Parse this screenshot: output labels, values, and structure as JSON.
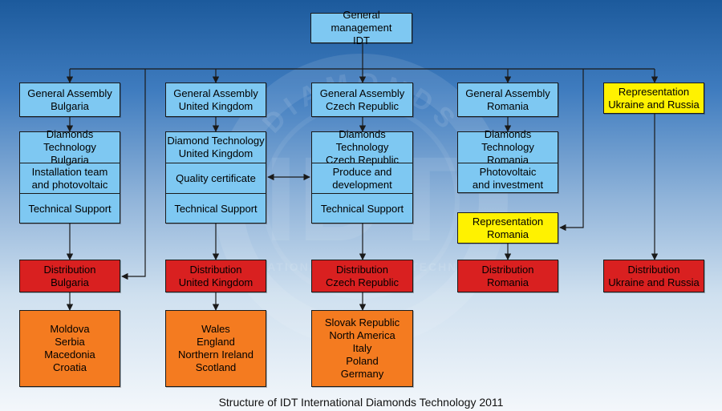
{
  "watermark": {
    "logo": "IDT",
    "ring": "DIAMONDS",
    "band": "INTERNATIONAL DIAMONDS TECHNOLOGY"
  },
  "nodes": {
    "general_management": "General management\nIDT",
    "ga_bulgaria": "General Assembly\nBulgaria",
    "ga_uk": "General Assembly\nUnited Kingdom",
    "ga_czech": "General Assembly\nCzech Republic",
    "ga_romania": "General Assembly\nRomania",
    "rep_ukraine_russia": "Representation\nUkraine and Russia",
    "rep_romania": "Representation\nRomania",
    "dt_bulgaria": {
      "title": "Diamonds Technology\nBulgaria",
      "item1": "Installation team\nand photovoltaic",
      "item2": "Technical Support"
    },
    "dt_uk": {
      "title": "Diamond Technology\nUnited Kingdom",
      "item1": "Quality certificate",
      "item2": "Technical Support"
    },
    "dt_czech": {
      "title": "Diamonds Technology\nCzech Republic",
      "item1": "Produce and\ndevelopment",
      "item2": "Technical Support"
    },
    "dt_romania": {
      "title": "Diamonds Technology\nRomania",
      "item1": "Photovoltaic\nand investment"
    },
    "dist_bulgaria": "Distribution\nBulgaria",
    "dist_uk": "Distribution\nUnited Kingdom",
    "dist_czech": "Distribution\nCzech Republic",
    "dist_romania": "Distribution\nRomania",
    "dist_ukraine_russia": "Distribution\nUkraine and Russia",
    "markets_bulgaria": "Moldova\nSerbia\nMacedonia\nCroatia",
    "markets_uk": "Wales\nEngland\nNorthern Ireland\nScotland",
    "markets_czech": "Slovak Republic\nNorth America\nItaly\nPoland\nGermany"
  },
  "caption": "Structure of IDT International Diamonds Technology 2011",
  "colors": {
    "management": "#7ec8f2",
    "representation": "#fff200",
    "distribution": "#d92020",
    "markets": "#f47b20",
    "connector": "#1a1a1a"
  }
}
